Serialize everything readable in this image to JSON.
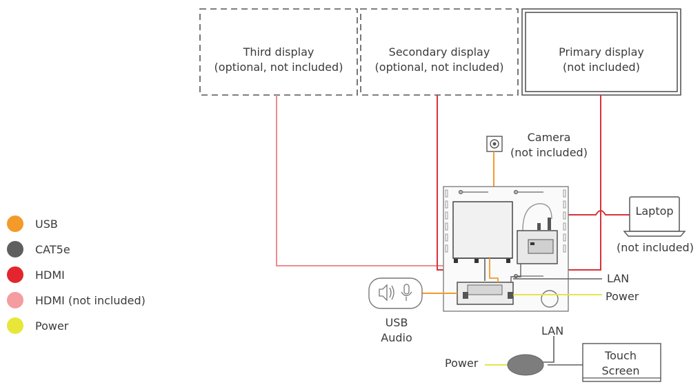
{
  "displays": {
    "third": {
      "line1": "Third display",
      "line2": "(optional, not included)"
    },
    "secondary": {
      "line1": "Secondary display",
      "line2": "(optional, not included)"
    },
    "primary": {
      "line1": "Primary display",
      "line2": "(not included)"
    }
  },
  "camera": {
    "line1": "Camera",
    "line2": "(not included)"
  },
  "laptop": {
    "label": "Laptop",
    "sub": "(not included)"
  },
  "usb_audio": {
    "line1": "USB",
    "line2": "Audio"
  },
  "connections": {
    "lan": "LAN",
    "power": "Power",
    "lan_touch": "LAN",
    "power_touch": "Power"
  },
  "touch_screen": {
    "line1": "Touch",
    "line2": "Screen"
  },
  "legend": [
    {
      "label": "USB",
      "color": "#f39a2b"
    },
    {
      "label": "CAT5e",
      "color": "#5f5f5f"
    },
    {
      "label": "HDMI",
      "color": "#e3262e"
    },
    {
      "label": "HDMI (not included)",
      "color": "#f59ca0"
    },
    {
      "label": "Power",
      "color": "#e9e63a"
    }
  ],
  "colors": {
    "usb": "#f39a2b",
    "cat5e": "#5f5f5f",
    "hdmi": "#d8313a",
    "hdmi_not_included": "#f08a8e",
    "power": "#e6e34a",
    "outline": "#555555"
  }
}
